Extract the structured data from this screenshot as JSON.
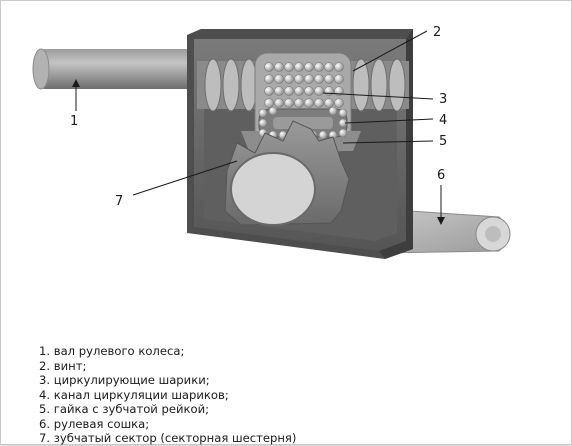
{
  "callouts": [
    "1",
    "2",
    "3",
    "4",
    "5",
    "6",
    "7"
  ],
  "legend": [
    "1. вал рулевого колеса;",
    "2. винт;",
    "3. циркулирующие шарики;",
    "4. канал циркуляции шариков;",
    "5. гайка с зубчатой рейкой;",
    "6. рулевая сошка;",
    "7. зубчатый сектор (секторная шестерня)"
  ]
}
